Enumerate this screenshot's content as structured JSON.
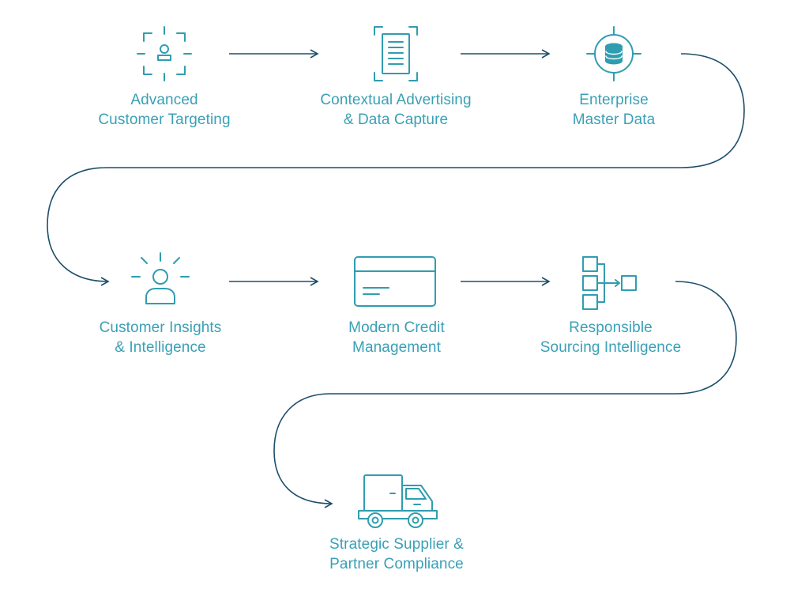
{
  "colors": {
    "icon": "#2f9db0",
    "text": "#3aa0b5",
    "connector": "#1d4f6b"
  },
  "steps": [
    {
      "icon": "targeting-icon",
      "line1": "Advanced",
      "line2": "Customer Targeting"
    },
    {
      "icon": "document-icon",
      "line1": "Contextual Advertising",
      "line2": "& Data Capture"
    },
    {
      "icon": "database-target-icon",
      "line1": "Enterprise",
      "line2": "Master Data"
    },
    {
      "icon": "user-insight-icon",
      "line1": "Customer Insights",
      "line2": "& Intelligence"
    },
    {
      "icon": "credit-card-icon",
      "line1": "Modern Credit",
      "line2": "Management"
    },
    {
      "icon": "sourcing-hierarchy-icon",
      "line1": "Responsible",
      "line2": "Sourcing Intelligence"
    },
    {
      "icon": "delivery-truck-icon",
      "line1": "Strategic  Supplier &",
      "line2": "Partner Compliance"
    }
  ]
}
